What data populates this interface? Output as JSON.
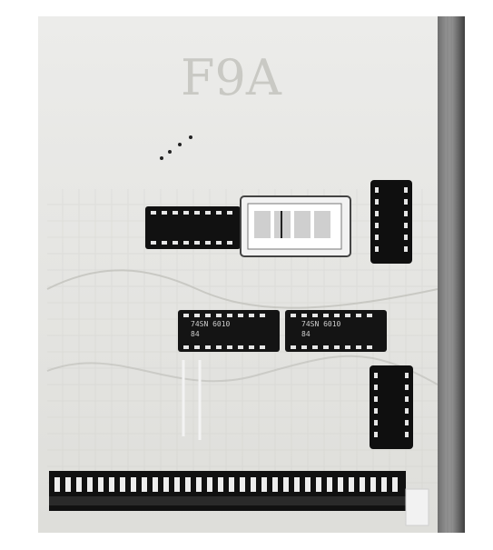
{
  "photo": {
    "handwritten_label": "F9A",
    "chip_markings": {
      "left_chip": [
        "74SN 6010",
        "84"
      ],
      "right_chip": [
        "74SN 6010",
        "84"
      ]
    },
    "colors": {
      "paper": "#e9e9e6",
      "board": "#d9d9d5",
      "chip_black": "#111111",
      "rail_dark": "#5b5b5b",
      "rail_light": "#9a9a9a"
    }
  }
}
